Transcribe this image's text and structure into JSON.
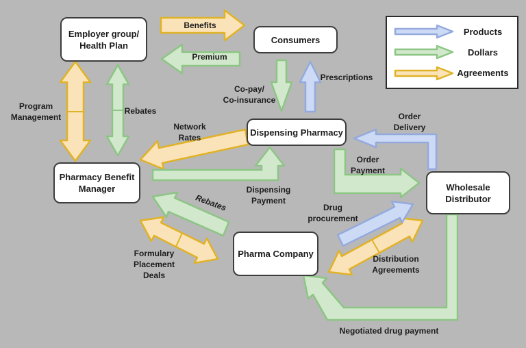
{
  "background": "#b8b8b8",
  "colors": {
    "background": "#b8b8b8",
    "products_fill": "#ccdaf5",
    "products_stroke": "#94a9dd",
    "dollars_fill": "#d2e8cd",
    "dollars_stroke": "#8cc584",
    "agreements_fill": "#fbe3b9",
    "agreements_stroke": "#e0b226",
    "box_fill": "#ffffff",
    "box_border": "#3d3d3d",
    "text": "#1c1c1c"
  },
  "nodes": {
    "employer": {
      "line1": "Employer group/",
      "line2": "Health Plan"
    },
    "consumers": {
      "line1": "Consumers"
    },
    "pharmacy": {
      "line1": "Dispensing Pharmacy"
    },
    "pbm": {
      "line1": "Pharmacy Benefit",
      "line2": "Manager"
    },
    "pharma": {
      "line1": "Pharma Company"
    },
    "distributor": {
      "line1": "Wholesale",
      "line2": "Distributor"
    }
  },
  "labels": {
    "benefits": "Benefits",
    "premium": "Premium",
    "program_management": {
      "line1": "Program",
      "line2": "Management"
    },
    "rebates_top": "Rebates",
    "copay": {
      "line1": "Co-pay/",
      "line2": "Co-insurance"
    },
    "prescriptions": "Prescriptions",
    "network_rates": {
      "line1": "Network",
      "line2": "Rates"
    },
    "dispensing_payment": {
      "line1": "Dispensing",
      "line2": "Payment"
    },
    "rebates_bottom": "Rebates",
    "formulary": {
      "line1": "Formulary",
      "line2": "Placement",
      "line3": "Deals"
    },
    "drug_procurement": {
      "line1": "Drug",
      "line2": "procurement"
    },
    "distribution_agreements": {
      "line1": "Distribution",
      "line2": "Agreements"
    },
    "order_delivery": {
      "line1": "Order",
      "line2": "Delivery"
    },
    "order_payment": {
      "line1": "Order",
      "line2": "Payment"
    },
    "negotiated_payment": "Negotiated drug payment"
  },
  "legend": {
    "items": [
      {
        "label": "Products",
        "type": "products"
      },
      {
        "label": "Dollars",
        "type": "dollars"
      },
      {
        "label": "Agreements",
        "type": "agreements"
      }
    ]
  }
}
